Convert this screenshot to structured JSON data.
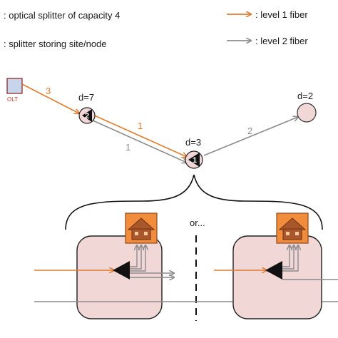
{
  "legend": {
    "splitter_text": ": optical splitter of capacity 4",
    "site_text": ": splitter storing site/node",
    "level1_text": ": level 1 fiber",
    "level2_text": ": level 2 fiber"
  },
  "colors": {
    "level1": "#e07b2e",
    "level2": "#8c8c8c",
    "site_fill": "#f2d7d7",
    "house_fill": "#f08c3c",
    "olt_fill": "#c7d4ea"
  },
  "olt_label": "OLT",
  "nodes": {
    "n7": {
      "demand": "d=7",
      "splitters": "2"
    },
    "n3": {
      "demand": "d=3",
      "splitters": "1"
    },
    "n2": {
      "demand": "d=2"
    }
  },
  "edges": {
    "olt_n7": "3",
    "n7_n3_l1": "1",
    "n7_n3_l2": "1",
    "n3_n2": "2"
  },
  "detail": {
    "or_text": "or..."
  },
  "icons": {
    "splitter": "triangle-splitter-icon",
    "house": "house-icon",
    "olt": "olt-box-icon"
  }
}
